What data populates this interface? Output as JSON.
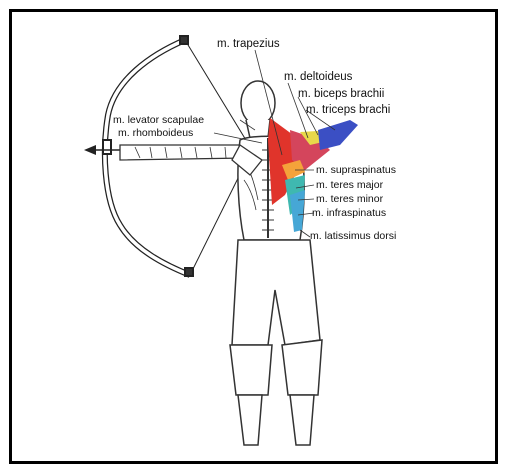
{
  "labels": {
    "trapezius": "m. trapezius",
    "deltoideus": "m. deltoideus",
    "biceps": "m. biceps brachii",
    "triceps": "m. triceps brachi",
    "levator": "m. levator scapulae",
    "rhomboideus": "m. rhomboideus",
    "supraspinatus": "m. supraspinatus",
    "teres_major": "m. teres major",
    "teres_minor": "m. teres minor",
    "infraspinatus": "m. infraspinatus",
    "latissimus": "m. latissimus dorsi"
  },
  "colors": {
    "trapezius": "#e0342b",
    "deltoideus": "#d4455c",
    "triceps": "#3b4fc4",
    "supraspinatus": "#f4a23a",
    "teres": "#3fb8b0",
    "infraspinatus": "#46a7d6",
    "latissimus": "#6fbf8a",
    "yellow": "#e8d84a"
  }
}
